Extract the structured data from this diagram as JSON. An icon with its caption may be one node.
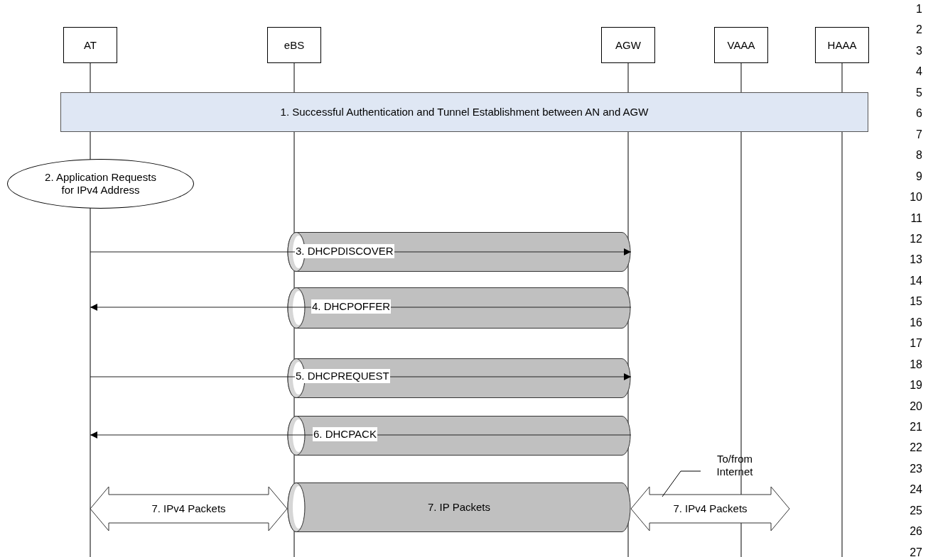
{
  "diagram": {
    "nodes": [
      {
        "text": [
          "AT"
        ]
      },
      {
        "text": [
          "eBS"
        ]
      },
      {
        "text": [
          "AGW"
        ]
      },
      {
        "text": [
          "VAAA"
        ]
      },
      {
        "text": [
          "HAAA"
        ]
      },
      {
        "text": [
          "1. Successful Authentication and Tunnel Establishment between AN and AGW"
        ]
      },
      {
        "text": [
          "2. Application Requests for IPv4 Address"
        ]
      },
      {
        "text": [],
        "shape": "cylinder"
      },
      {
        "text": [],
        "shape": "cylinder"
      },
      {
        "text": [],
        "shape": "cylinder"
      },
      {
        "text": [],
        "shape": "cylinder"
      },
      {
        "text": [
          "7. IP Packets"
        ]
      },
      {
        "text": [
          "To/from Internet"
        ]
      }
    ],
    "edges": [
      {
        "from": null,
        "to": 7,
        "arrow": "to",
        "label": "3. DHCPDISCOVER"
      },
      {
        "from": 8,
        "to": null,
        "arrow": "to",
        "label": "4. DHCPOFFER"
      },
      {
        "from": null,
        "to": 9,
        "arrow": "to",
        "label": "5. DHCPREQUEST"
      },
      {
        "from": 10,
        "to": null,
        "arrow": "to",
        "label": "6. DHCPACK"
      },
      {
        "from": null,
        "to": 11,
        "arrow": "both",
        "label": "7. IPv4 Packets",
        "style": "thick"
      },
      {
        "from": 11,
        "to": null,
        "arrow": "both",
        "label": "7. IPv4 Packets",
        "style": "thick"
      },
      {
        "from": 12,
        "to": null,
        "arrow": "none"
      }
    ],
    "labels": [
      "1",
      "2",
      "3",
      "4",
      "5",
      "6",
      "7",
      "8",
      "9",
      "10",
      "11",
      "12",
      "13",
      "14",
      "15",
      "16",
      "17",
      "18",
      "19",
      "20",
      "21",
      "22",
      "23",
      "24",
      "25",
      "26",
      "27"
    ]
  }
}
